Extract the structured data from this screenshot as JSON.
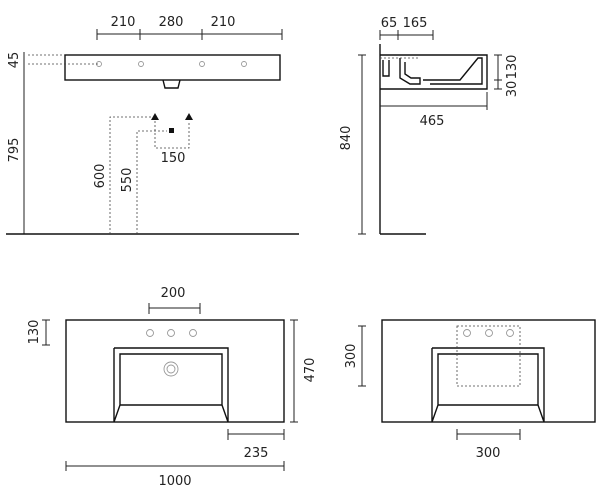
{
  "front_view": {
    "dims_top": [
      "210",
      "280",
      "210"
    ],
    "dim_left_45": "45",
    "dim_left_795": "795",
    "dim_600": "600",
    "dim_550": "550",
    "dim_150": "150"
  },
  "side_view": {
    "dim_65": "65",
    "dim_165": "165",
    "dim_130": "130",
    "dim_30": "30",
    "dim_465": "465",
    "dim_840": "840"
  },
  "top_view_left": {
    "dim_200": "200",
    "dim_130": "130",
    "dim_470": "470",
    "dim_235": "235",
    "dim_1000": "1000"
  },
  "top_view_right": {
    "dim_300_v": "300",
    "dim_300_h": "300"
  }
}
